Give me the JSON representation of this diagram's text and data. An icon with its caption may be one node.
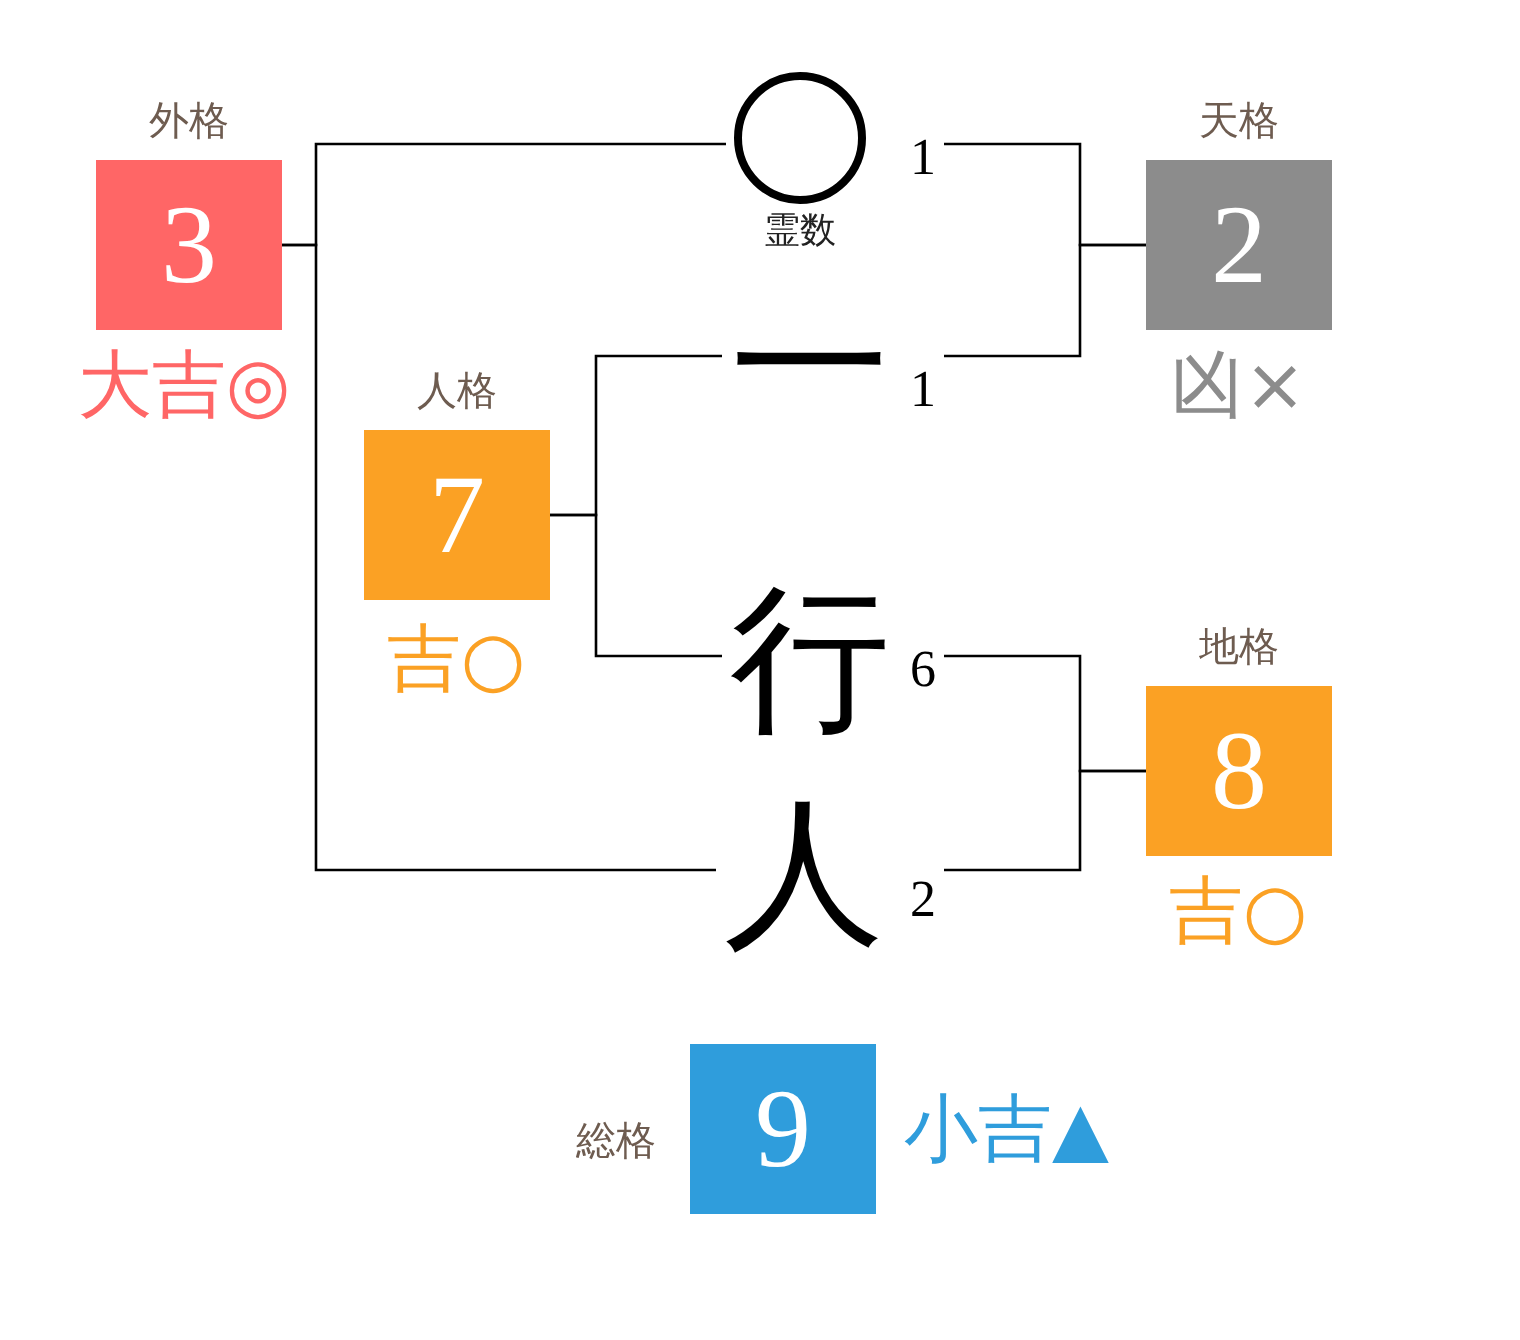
{
  "diagram": {
    "nodes": [
      {
        "text": [
          "外格",
          "3"
        ],
        "beside": [
          "大吉◎"
        ]
      },
      {
        "text": [],
        "shape": "circle",
        "beside": [
          "1",
          "霊数"
        ]
      },
      {
        "text": [
          "天格",
          "2"
        ],
        "beside": [
          "凶×"
        ]
      },
      {
        "text": [
          "人格",
          "7"
        ],
        "beside": [
          "吉○"
        ]
      },
      {
        "text": [
          "一"
        ],
        "beside": [
          "1"
        ]
      },
      {
        "text": [
          "行"
        ],
        "beside": [
          "6"
        ]
      },
      {
        "text": [
          "地格",
          "8"
        ],
        "beside": [
          "吉○"
        ]
      },
      {
        "text": [
          "人"
        ],
        "beside": [
          "2"
        ]
      },
      {
        "text": [
          "総格",
          "9"
        ],
        "beside": [
          "小吉▲"
        ]
      }
    ],
    "edges": [
      {
        "from": 1,
        "to": 0,
        "arrow": "none"
      },
      {
        "from": 7,
        "to": 0,
        "arrow": "none"
      },
      {
        "from": 1,
        "to": 2,
        "arrow": "none"
      },
      {
        "from": 4,
        "to": 2,
        "arrow": "none"
      },
      {
        "from": 4,
        "to": 3,
        "arrow": "none"
      },
      {
        "from": 5,
        "to": 3,
        "arrow": "none"
      },
      {
        "from": 5,
        "to": 6,
        "arrow": "none"
      },
      {
        "from": 7,
        "to": 6,
        "arrow": "none"
      }
    ]
  }
}
